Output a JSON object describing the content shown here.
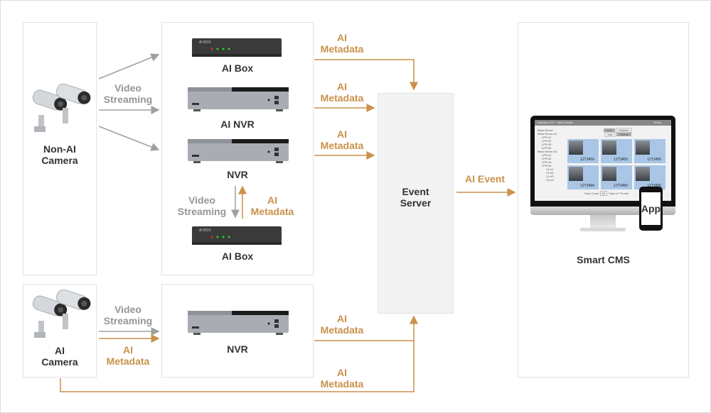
{
  "colors": {
    "gold": "#c9914a",
    "gray": "#a0a0a0",
    "server_bg": "#f3f3f3",
    "border": "#e2e2e2"
  },
  "nodes": {
    "non_ai_camera": {
      "line1": "Non-AI",
      "line2": "Camera",
      "icon": "cctv-camera-pair-icon"
    },
    "ai_box_top": {
      "label": "AI Box",
      "icon": "ai-box-device-icon",
      "device_text": "AI BOX"
    },
    "ai_nvr": {
      "label": "AI NVR",
      "icon": "nvr-device-icon"
    },
    "nvr_mid": {
      "label": "NVR",
      "icon": "nvr-device-icon"
    },
    "ai_box_bottom": {
      "label": "AI Box",
      "icon": "ai-box-device-icon",
      "device_text": "AI BOX"
    },
    "ai_camera": {
      "line1": "AI",
      "line2": "Camera",
      "icon": "cctv-camera-pair-icon"
    },
    "nvr_bottom": {
      "label": "NVR",
      "icon": "nvr-device-icon"
    },
    "event_server": {
      "line1": "Event",
      "line2": "Server"
    },
    "smart_cms": {
      "label": "Smart CMS",
      "icon": "monitor-icon",
      "app_label": "App"
    }
  },
  "flows": {
    "video_streaming_top": {
      "line1": "Video",
      "line2": "Streaming"
    },
    "meta_ai_box_top": {
      "line1": "AI",
      "line2": "Metadata"
    },
    "meta_ai_nvr": {
      "line1": "AI",
      "line2": "Metadata"
    },
    "meta_nvr_mid": {
      "line1": "AI",
      "line2": "Metadata"
    },
    "video_streaming_nvr_box": {
      "line1": "Video",
      "line2": "Streaming"
    },
    "meta_box_nvr": {
      "line1": "AI",
      "line2": "Metadata"
    },
    "video_streaming_bottom": {
      "line1": "Video",
      "line2": "Streaming"
    },
    "meta_camera_nvr": {
      "line1": "AI",
      "line2": "Metadata"
    },
    "meta_nvr_bottom": {
      "line1": "AI",
      "line2": "Metadata"
    },
    "meta_camera_direct": {
      "line1": "AI",
      "line2": "Metadata"
    },
    "ai_event": {
      "label": "AI Event"
    }
  },
  "cms_screen": {
    "title": "Clairview LPR - Meta Viewer",
    "setup": "Setup",
    "tree_header": "Meta Server",
    "tree": [
      "Meta Server #1",
      "LPR #1",
      "LPR #2",
      "LPR #3",
      "LPR #4",
      "Meta Server #2",
      "LPR #1",
      "LPR #2",
      "LPR #3",
      "LPR #4",
      "Ch #1",
      "Ch #2",
      "Ch #3",
      "Ch #4"
    ],
    "buttons": [
      "Live",
      "Search",
      "List",
      "Thumb"
    ],
    "plate": "12T3456",
    "view_count_label": "View Count",
    "view_count_value": "50",
    "view_lp_thumb": "View LP Thumb"
  }
}
